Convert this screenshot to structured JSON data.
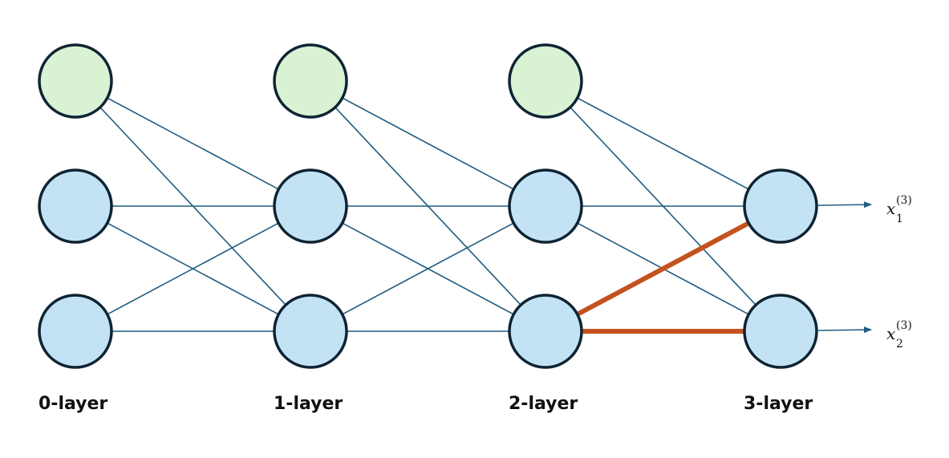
{
  "layers": [
    {
      "label": "0-layer",
      "nodes": [
        "bias",
        "unit",
        "unit"
      ]
    },
    {
      "label": "1-layer",
      "nodes": [
        "bias",
        "unit",
        "unit"
      ]
    },
    {
      "label": "2-layer",
      "nodes": [
        "bias",
        "unit",
        "unit"
      ]
    },
    {
      "label": "3-layer",
      "nodes": [
        "unit",
        "unit"
      ]
    }
  ],
  "outputs": [
    {
      "var": "x",
      "sub": "1",
      "sup": "(3)"
    },
    {
      "var": "x",
      "sub": "2",
      "sup": "(3)"
    }
  ],
  "highlighted_edges": [
    {
      "from_layer": 2,
      "from_node": 2,
      "to_layer": 3,
      "to_node": 0
    },
    {
      "from_layer": 2,
      "from_node": 2,
      "to_layer": 3,
      "to_node": 1
    }
  ],
  "colors": {
    "bias_fill": "#d9f2d3",
    "unit_fill": "#c3e3f5",
    "node_stroke": "#0f2433",
    "edge": "#1f5c80",
    "highlight": "#c4521f"
  }
}
